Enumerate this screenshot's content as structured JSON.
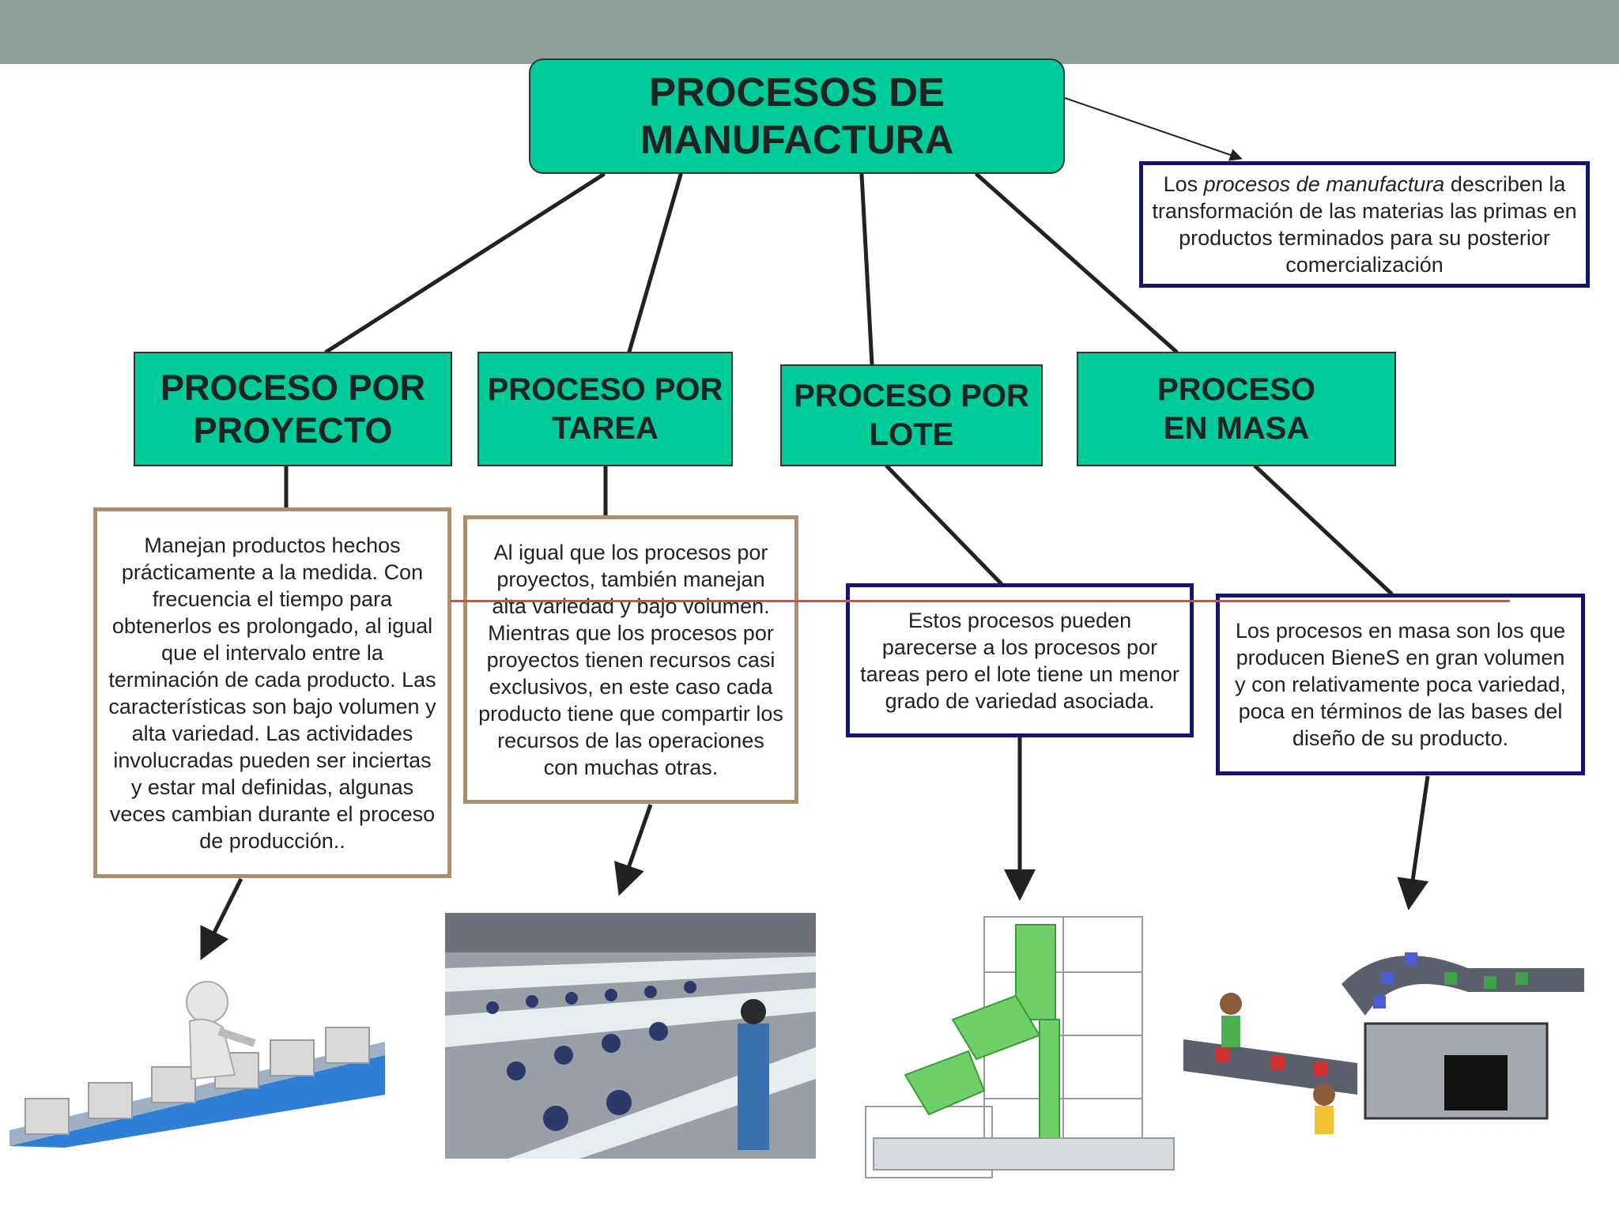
{
  "title": {
    "line1": "PROCESOS DE",
    "line2": "MANUFACTURA"
  },
  "definition": {
    "prefix": "Los ",
    "emphasis": "procesos de manufactura",
    "rest": " describen la transformación de las materias las primas en productos terminados para su posterior comercialización"
  },
  "categories": [
    {
      "line1": "PROCESO POR",
      "line2": "PROYECTO"
    },
    {
      "line1": "PROCESO POR",
      "line2": "TAREA"
    },
    {
      "line1": "PROCESO POR",
      "line2": "LOTE"
    },
    {
      "line1": "PROCESO",
      "line2": "EN MASA"
    }
  ],
  "descriptions": [
    "Manejan productos hechos prácticamente a la medida. Con frecuencia el tiempo para obtenerlos es prolongado, al igual que el intervalo entre la terminación de cada producto. Las características son bajo volumen y alta variedad. Las actividades involucradas pueden ser inciertas y estar mal definidas, algunas veces cambian durante el proceso de producción..",
    "Al igual que los procesos por proyectos, también manejan alta variedad y bajo volumen. Mientras que los procesos por proyectos tienen recursos casi exclusivos, en este caso cada producto tiene que compartir los recursos de las operaciones con muchas otras.",
    "Estos procesos pueden parecerse a los procesos por tareas pero el lote tiene un menor grado de variedad asociada.",
    "Los procesos en masa son los que producen BieneS en gran volumen y con relativamente poca variedad, poca en términos de las bases del diseño de su producto."
  ],
  "colors": {
    "topbar": "#8fa39b",
    "node_fill": "#00cc99",
    "brown_border": "#a8906e",
    "navy_border": "#14146e",
    "red_line": "#d0543c"
  }
}
